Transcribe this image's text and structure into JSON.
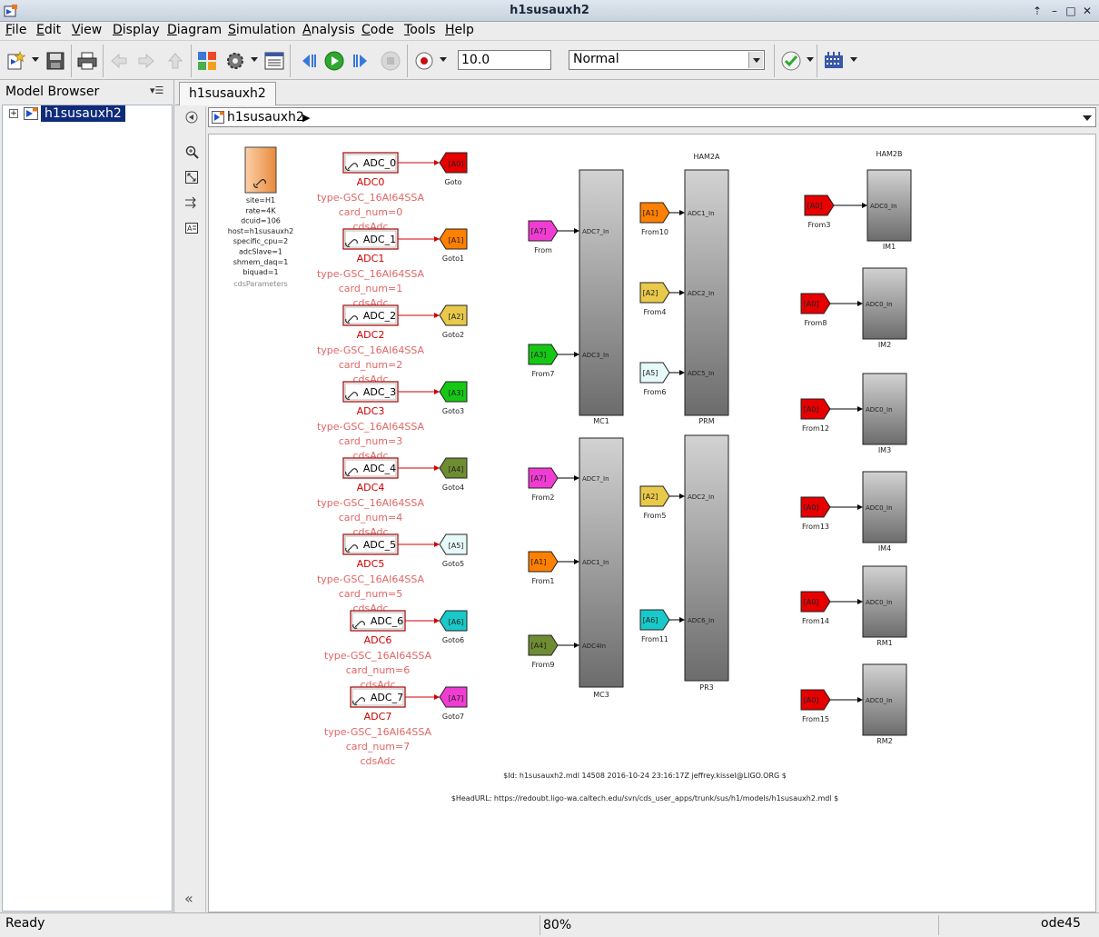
{
  "window": {
    "title": "h1susauxh2"
  },
  "menu": [
    {
      "label": "File",
      "u": "F",
      "rest": "ile"
    },
    {
      "label": "Edit",
      "u": "E",
      "rest": "dit"
    },
    {
      "label": "View",
      "u": "V",
      "rest": "iew"
    },
    {
      "label": "Display",
      "u": "D",
      "rest": "isplay"
    },
    {
      "label": "Diagram",
      "u": "D",
      "rest": "iagram"
    },
    {
      "label": "Simulation",
      "u": "S",
      "rest": "imulation"
    },
    {
      "label": "Analysis",
      "u": "A",
      "rest": "nalysis"
    },
    {
      "label": "Code",
      "u": "C",
      "rest": "ode"
    },
    {
      "label": "Tools",
      "u": "T",
      "rest": "ools"
    },
    {
      "label": "Help",
      "u": "H",
      "rest": "elp"
    }
  ],
  "toolbar": {
    "stop_time": "10.0",
    "sim_mode": "Normal"
  },
  "browser": {
    "title": "Model Browser",
    "root": "h1susauxh2"
  },
  "tab": {
    "label": "h1susauxh2"
  },
  "address": {
    "path": "h1susauxh2"
  },
  "colors": {
    "A0": "#e60000",
    "A1": "#ff7f00",
    "A2": "#e8c94a",
    "A3": "#14c814",
    "A4": "#6e8c32",
    "A5": "#e6fafa",
    "A6": "#19c8c8",
    "A7": "#f03cd2",
    "adc_label": "#e06666",
    "adc_name": "#cc0000"
  },
  "params": {
    "lines": [
      "site=H1",
      "rate=4K",
      "dcuid=106",
      "host=h1susauxh2",
      "specific_cpu=2",
      "adcSlave=1",
      "shmem_daq=1",
      "biquad=1"
    ],
    "name": "cdsParameters"
  },
  "adcs": [
    {
      "port": "ADC_0",
      "name": "ADC0",
      "type": "type-GSC_16AI64SSA",
      "card": "card_num=0",
      "lib": "cdsAdc",
      "tag": "[A0]",
      "goto": "Goto",
      "ckey": "A0"
    },
    {
      "port": "ADC_1",
      "name": "ADC1",
      "type": "type-GSC_16AI64SSA",
      "card": "card_num=1",
      "lib": "cdsAdc",
      "tag": "[A1]",
      "goto": "Goto1",
      "ckey": "A1"
    },
    {
      "port": "ADC_2",
      "name": "ADC2",
      "type": "type-GSC_16AI64SSA",
      "card": "card_num=2",
      "lib": "cdsAdc",
      "tag": "[A2]",
      "goto": "Goto2",
      "ckey": "A2"
    },
    {
      "port": "ADC_3",
      "name": "ADC3",
      "type": "type-GSC_16AI64SSA",
      "card": "card_num=3",
      "lib": "cdsAdc",
      "tag": "[A3]",
      "goto": "Goto3",
      "ckey": "A3"
    },
    {
      "port": "ADC_4",
      "name": "ADC4",
      "type": "type-GSC_16AI64SSA",
      "card": "card_num=4",
      "lib": "cdsAdc",
      "tag": "[A4]",
      "goto": "Goto4",
      "ckey": "A4"
    },
    {
      "port": "ADC_5",
      "name": "ADC5",
      "type": "type-GSC_16AI64SSA",
      "card": "card_num=5",
      "lib": "cdsAdc",
      "tag": "[A5]",
      "goto": "Goto5",
      "ckey": "A5"
    },
    {
      "port": "ADC_6",
      "name": "ADC6",
      "type": "type-GSC_16AI64SSA",
      "card": "card_num=6",
      "lib": "cdsAdc",
      "tag": "[A6]",
      "goto": "Goto6",
      "ckey": "A6"
    },
    {
      "port": "ADC_7",
      "name": "ADC7",
      "type": "type-GSC_16AI64SSA",
      "card": "card_num=7",
      "lib": "cdsAdc",
      "tag": "[A7]",
      "goto": "Goto7",
      "ckey": "A7"
    }
  ],
  "subsystems": [
    {
      "name": "MC1",
      "group": "",
      "inputs": [
        {
          "from": "From",
          "tag": "[A7]",
          "ckey": "A7",
          "port": "ADC7_In"
        },
        {
          "from": "From7",
          "tag": "[A3]",
          "ckey": "A3",
          "port": "ADC3_In"
        }
      ]
    },
    {
      "name": "MC3",
      "group": "",
      "inputs": [
        {
          "from": "From2",
          "tag": "[A7]",
          "ckey": "A7",
          "port": "ADC7_In"
        },
        {
          "from": "From1",
          "tag": "[A1]",
          "ckey": "A1",
          "port": "ADC1_In"
        },
        {
          "from": "From9",
          "tag": "[A4]",
          "ckey": "A4",
          "port": "ADC4In"
        }
      ]
    },
    {
      "name": "PRM",
      "group": "HAM2A",
      "inputs": [
        {
          "from": "From10",
          "tag": "[A1]",
          "ckey": "A1",
          "port": "ADC1_In"
        },
        {
          "from": "From4",
          "tag": "[A2]",
          "ckey": "A2",
          "port": "ADC2_In"
        },
        {
          "from": "From6",
          "tag": "[A5]",
          "ckey": "A5",
          "port": "ADC5_In"
        }
      ]
    },
    {
      "name": "PR3",
      "group": "",
      "inputs": [
        {
          "from": "From5",
          "tag": "[A2]",
          "ckey": "A2",
          "port": "ADC2_In"
        },
        {
          "from": "From11",
          "tag": "[A6]",
          "ckey": "A6",
          "port": "ADC6_In"
        }
      ]
    },
    {
      "name": "IM1",
      "group": "HAM2B",
      "inputs": [
        {
          "from": "From3",
          "tag": "[A0]",
          "ckey": "A0",
          "port": "ADC0_In"
        }
      ]
    },
    {
      "name": "IM2",
      "group": "",
      "inputs": [
        {
          "from": "From8",
          "tag": "[A0]",
          "ckey": "A0",
          "port": "ADC0_In"
        }
      ]
    },
    {
      "name": "IM3",
      "group": "",
      "inputs": [
        {
          "from": "From12",
          "tag": "[A0]",
          "ckey": "A0",
          "port": "ADC0_In"
        }
      ]
    },
    {
      "name": "IM4",
      "group": "",
      "inputs": [
        {
          "from": "From13",
          "tag": "[A0]",
          "ckey": "A0",
          "port": "ADC0_In"
        }
      ]
    },
    {
      "name": "RM1",
      "group": "",
      "inputs": [
        {
          "from": "From14",
          "tag": "[A0]",
          "ckey": "A0",
          "port": "ADC0_In"
        }
      ]
    },
    {
      "name": "RM2",
      "group": "",
      "inputs": [
        {
          "from": "From15",
          "tag": "[A0]",
          "ckey": "A0",
          "port": "ADC0_In"
        }
      ]
    }
  ],
  "footer": {
    "id": "$Id: h1susauxh2.mdl 14508 2016-10-24 23:16:17Z jeffrey.kissel@LIGO.ORG $",
    "headurl": "$HeadURL: https://redoubt.ligo-wa.caltech.edu/svn/cds_user_apps/trunk/sus/h1/models/h1susauxh2.mdl $"
  },
  "status": {
    "state": "Ready",
    "zoom": "80%",
    "solver": "ode45"
  }
}
